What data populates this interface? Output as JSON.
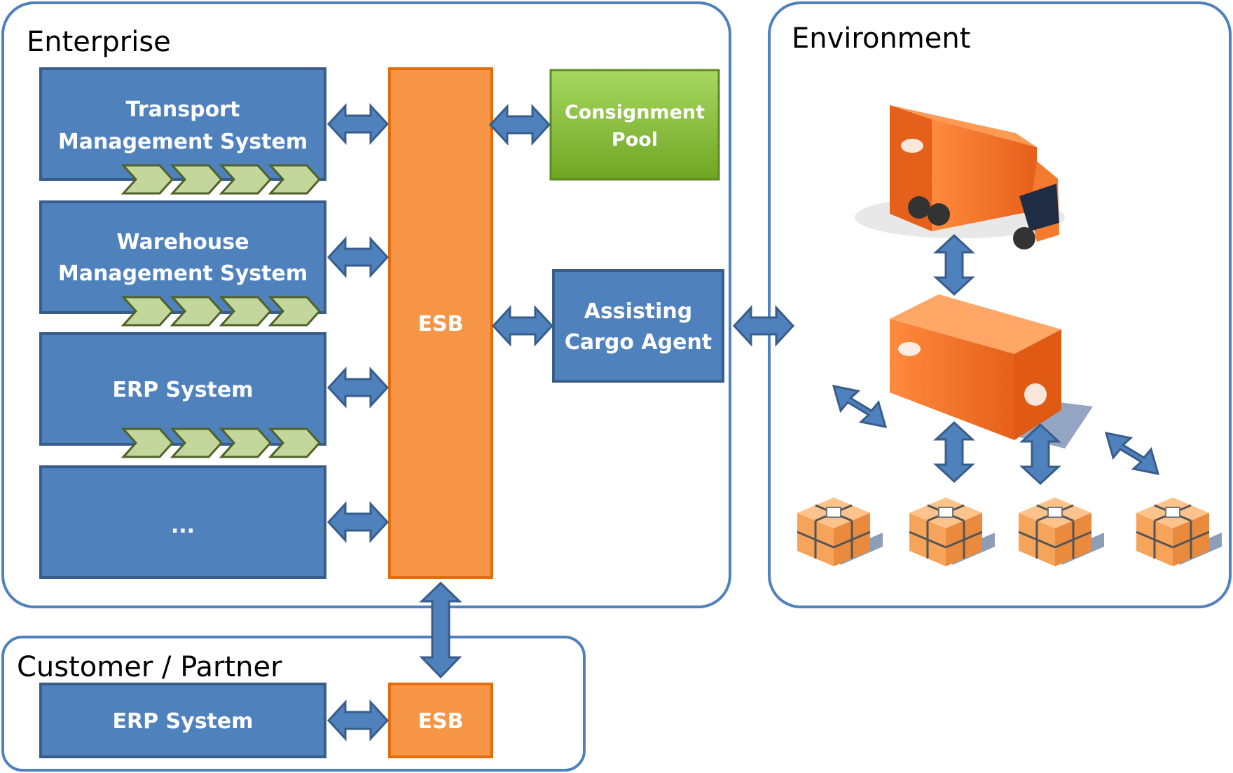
{
  "regions": {
    "enterprise": "Enterprise",
    "environment": "Environment",
    "customer_partner": "Customer / Partner"
  },
  "systems": [
    {
      "line1": "Transport",
      "line2": "Management System"
    },
    {
      "line1": "Warehouse",
      "line2": "Management System"
    },
    {
      "line1": "ERP System",
      "line2": ""
    },
    {
      "line1": "...",
      "line2": ""
    }
  ],
  "esb_main": "ESB",
  "consignment_pool": {
    "line1": "Consignment",
    "line2": "Pool"
  },
  "cargo_agent": {
    "line1": "Assisting",
    "line2": "Cargo Agent"
  },
  "partner_erp": "ERP System",
  "partner_esb": "ESB",
  "colors": {
    "blue": "#4f81bd",
    "blue_border": "#385d8a",
    "orange": "#f79646",
    "orange_border": "#e46c0a",
    "green": "#8cc43c",
    "arrow": "#4f81bd",
    "chevron": "#c3d69b",
    "region_border": "#4f81bd"
  },
  "icons": [
    "truck-icon",
    "container-icon",
    "package-icon"
  ]
}
